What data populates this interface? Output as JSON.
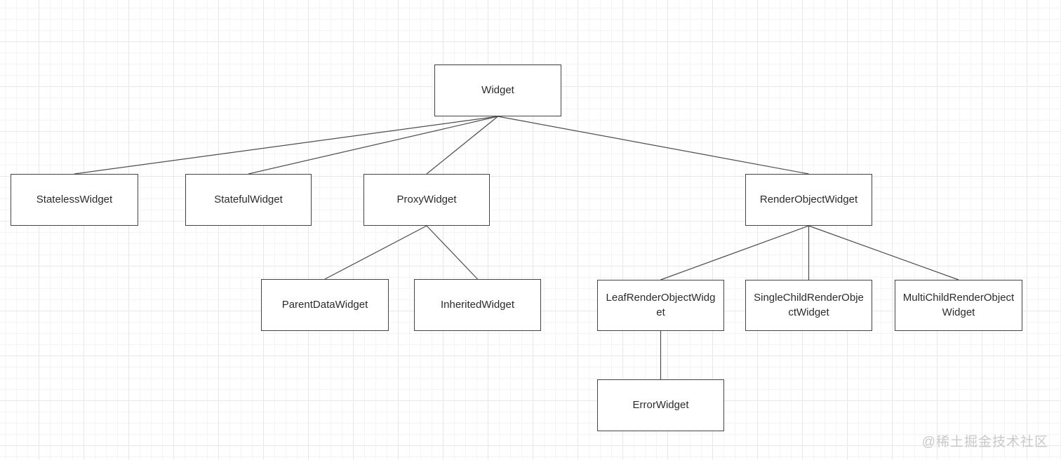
{
  "diagram": {
    "nodes": [
      {
        "id": "widget",
        "label": "Widget"
      },
      {
        "id": "stateless",
        "label": "StatelessWidget"
      },
      {
        "id": "stateful",
        "label": "StatefulWidget"
      },
      {
        "id": "proxy",
        "label": "ProxyWidget"
      },
      {
        "id": "renderobject",
        "label": "RenderObjectWidget"
      },
      {
        "id": "parentdata",
        "label": "ParentDataWidget"
      },
      {
        "id": "inherited",
        "label": "InheritedWidget"
      },
      {
        "id": "leaf",
        "label": "LeafRenderObjectWidget"
      },
      {
        "id": "singlechild",
        "label": "SingleChildRenderObjectWidget"
      },
      {
        "id": "multichild",
        "label": "MultiChildRenderObjectWidget"
      },
      {
        "id": "error",
        "label": "ErrorWidget"
      }
    ],
    "edges": [
      [
        "widget",
        "stateless"
      ],
      [
        "widget",
        "stateful"
      ],
      [
        "widget",
        "proxy"
      ],
      [
        "widget",
        "renderobject"
      ],
      [
        "proxy",
        "parentdata"
      ],
      [
        "proxy",
        "inherited"
      ],
      [
        "renderobject",
        "leaf"
      ],
      [
        "renderobject",
        "singlechild"
      ],
      [
        "renderobject",
        "multichild"
      ],
      [
        "leaf",
        "error"
      ]
    ],
    "colors": {
      "node_fill": "#ffffff",
      "node_border": "#434343",
      "edge": "#4d4d4d",
      "watermark": "#c9c9cb"
    }
  },
  "watermark": {
    "text": "@稀土掘金技术社区"
  }
}
